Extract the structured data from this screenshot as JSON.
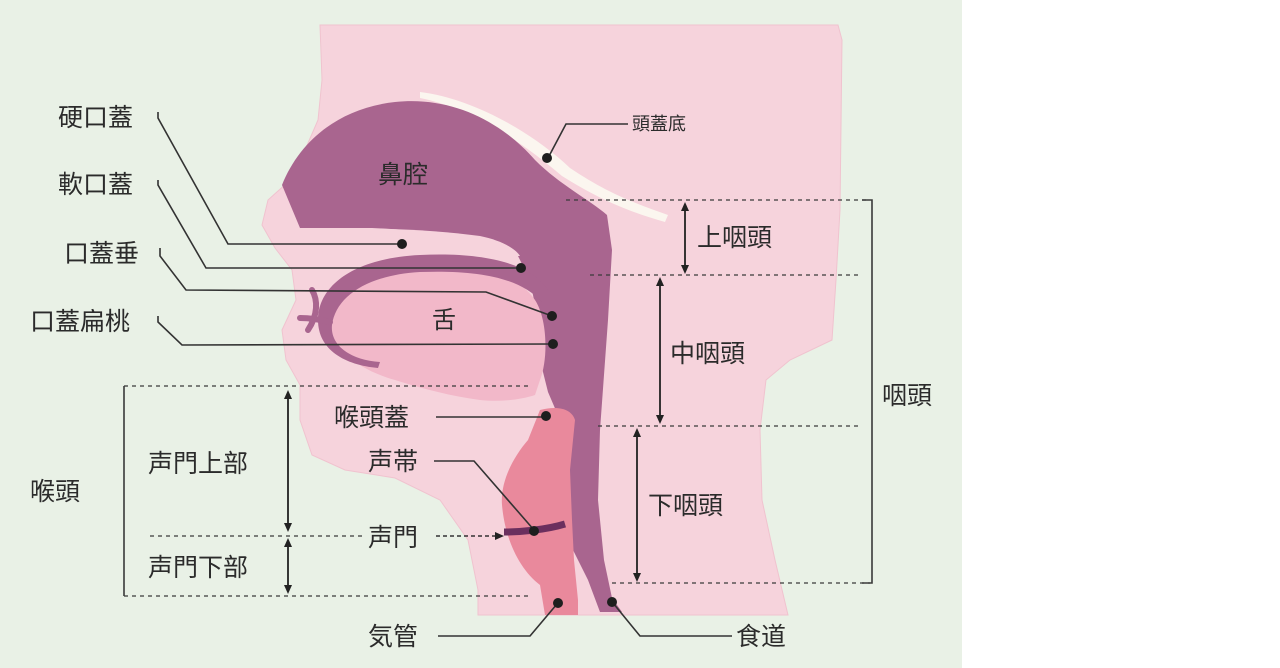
{
  "labels": {
    "hard_palate": "硬口蓋",
    "soft_palate": "軟口蓋",
    "uvula": "口蓋垂",
    "palatine_tonsil": "口蓋扁桃",
    "nasal_cavity": "鼻腔",
    "tongue": "舌",
    "skull_base": "頭蓋底",
    "epiglottis": "喉頭蓋",
    "vocal_cords": "声帯",
    "glottis": "声門",
    "supraglottis": "声門上部",
    "subglottis": "声門下部",
    "larynx": "喉頭",
    "trachea": "気管",
    "esophagus": "食道",
    "nasopharynx": "上咽頭",
    "oropharynx": "中咽頭",
    "hypopharynx": "下咽頭",
    "pharynx": "咽頭"
  },
  "colors": {
    "panel_bg": "#e9f1e6",
    "tissue": "#f6d3dc",
    "airway": "#a9658f",
    "airway_dark": "#8b4a77",
    "tongue": "#f2b8c9",
    "trachea": "#e9899c",
    "bone": "#fbf6ef"
  }
}
